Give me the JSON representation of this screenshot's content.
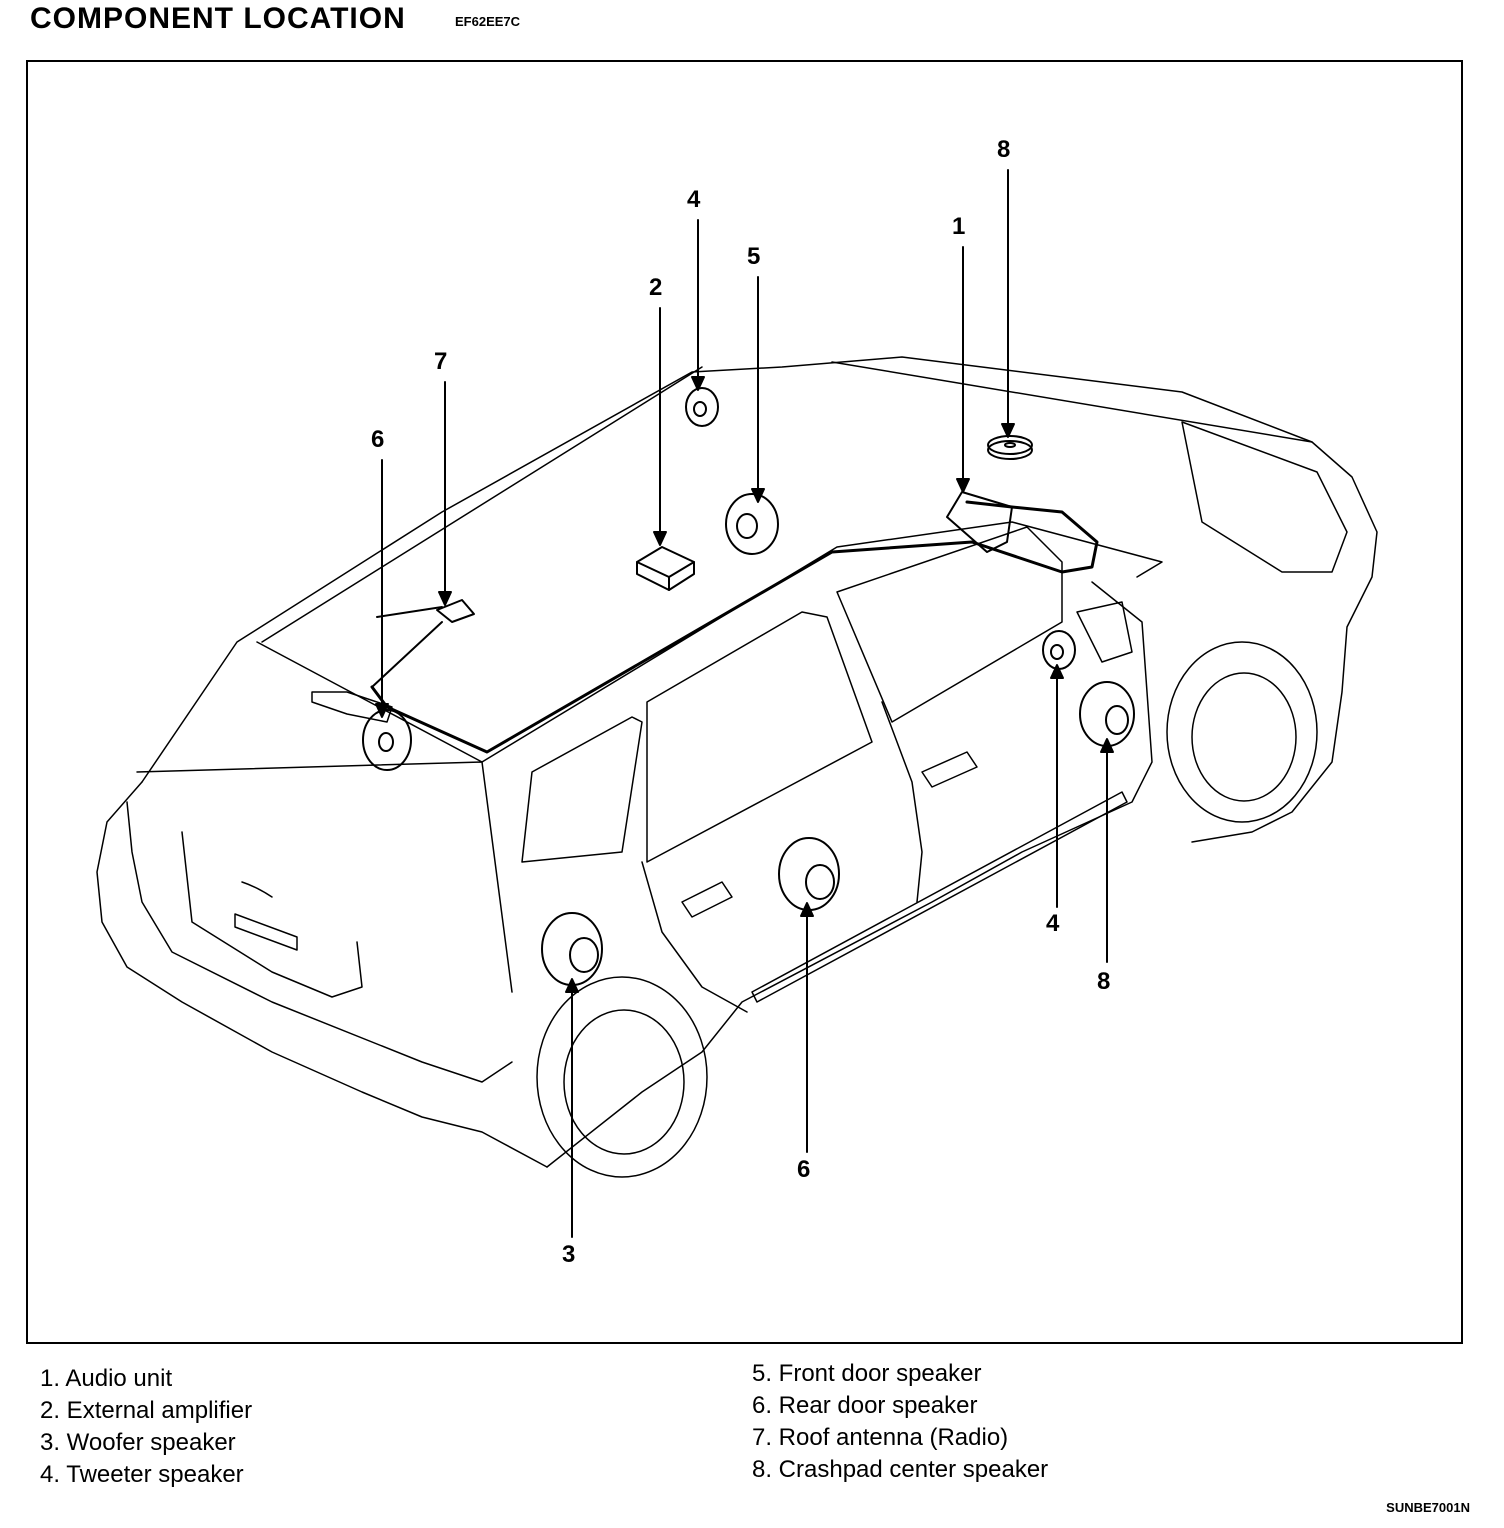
{
  "header": {
    "title": "COMPONENT LOCATION",
    "code": "EF62EE7C"
  },
  "callouts": [
    "8",
    "1",
    "4",
    "5",
    "2",
    "7",
    "6",
    "4",
    "8",
    "6",
    "3"
  ],
  "legend": {
    "left": [
      "1. Audio unit",
      "2. External amplifier",
      "3. Woofer speaker",
      "4. Tweeter speaker"
    ],
    "right": [
      "5. Front door speaker",
      "6. Rear door speaker",
      "7. Roof antenna (Radio)",
      "8. Crashpad center speaker"
    ]
  },
  "footer": {
    "code": "SUNBE7001N"
  }
}
